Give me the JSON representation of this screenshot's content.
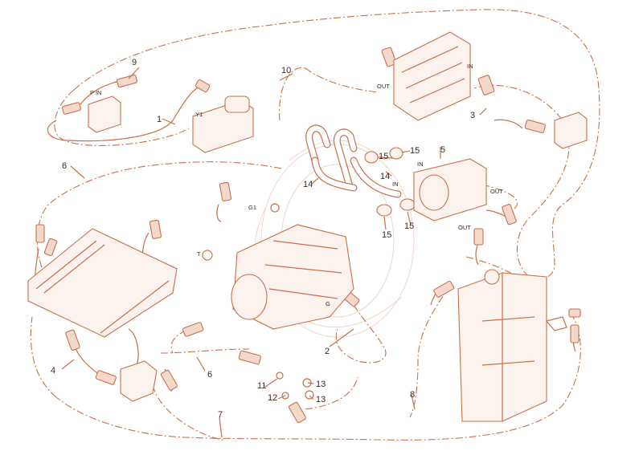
{
  "diagram": {
    "accent_color": "#c8704a",
    "callouts": {
      "c1": "1",
      "c2": "2",
      "c3": "3",
      "c4": "4",
      "c5": "5",
      "c6a": "6",
      "c6b": "6",
      "c7": "7",
      "c8": "8",
      "c9": "9",
      "c10": "10",
      "c11": "11",
      "c12": "12",
      "c13a": "13",
      "c13b": "13",
      "c14a": "14",
      "c14b": "14",
      "c15a": "15",
      "c15b": "15",
      "c15c": "15",
      "c15d": "15"
    },
    "port_labels": {
      "p_in": "P IN",
      "y1": "Y1",
      "out_valve": "OUT",
      "in_valve": "IN",
      "in_pump_top": "IN",
      "in_pump_mid": "IN",
      "out_pump_right": "OUT",
      "out_pump_low": "OUT",
      "g1": "G1",
      "t": "T",
      "g": "G"
    }
  }
}
